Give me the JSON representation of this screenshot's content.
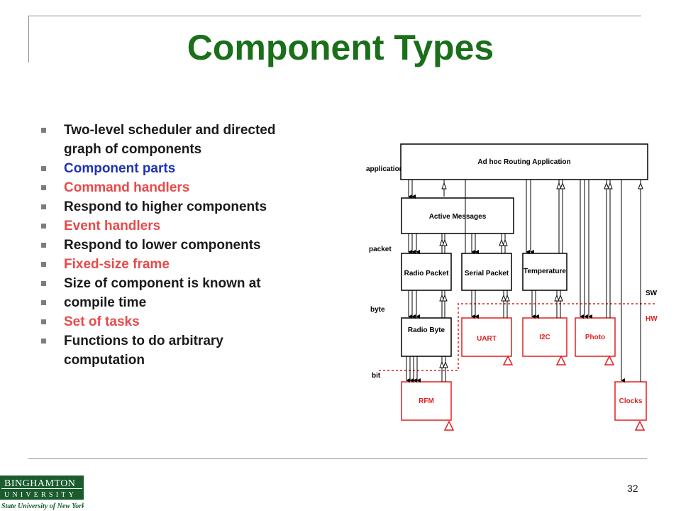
{
  "slide": {
    "title": "Component Types",
    "page_number": "32",
    "bullets": [
      {
        "text": "Two-level scheduler and directed graph of components",
        "color": "#1a1a1a"
      },
      {
        "text": "Component parts",
        "color": "#1f33b5"
      },
      {
        "text": "Command handlers",
        "color": "#e84a4a"
      },
      {
        "text": "Respond to higher components",
        "color": "#1a1a1a"
      },
      {
        "text": "Event handlers",
        "color": "#e84a4a"
      },
      {
        "text": "Respond to lower components",
        "color": "#1a1a1a"
      },
      {
        "text": "Fixed-size frame",
        "color": "#e84a4a"
      },
      {
        "text": "Size of component is known at",
        "color": "#1a1a1a"
      },
      {
        "text": "compile time",
        "color": "#1a1a1a"
      },
      {
        "text": "Set of tasks",
        "color": "#e84a4a"
      },
      {
        "text": "Functions to do arbitrary computation",
        "color": "#1a1a1a"
      }
    ]
  },
  "diagram": {
    "layers": {
      "application": "application",
      "packet": "packet",
      "byte": "byte",
      "bit": "bit"
    },
    "boundary": {
      "sw": "SW",
      "hw": "HW"
    },
    "boxes": {
      "app": "Ad hoc Routing Application",
      "am": "Active Messages",
      "radio_packet": "Radio Packet",
      "serial_packet": "Serial Packet",
      "temperature": "Temperature",
      "radio_byte": "Radio Byte",
      "uart": "UART",
      "i2c": "I2C",
      "photo": "Photo",
      "rfm": "RFM",
      "clocks": "Clocks"
    }
  },
  "logo": {
    "line1": "BINGHAMTON",
    "line2": "UNIVERSITY",
    "line3": "State University of New York",
    "color": "#1a5c2e"
  },
  "colors": {
    "title": "#1a6f1a",
    "hardware": "#e02020",
    "frame": "#8a8a8a"
  }
}
